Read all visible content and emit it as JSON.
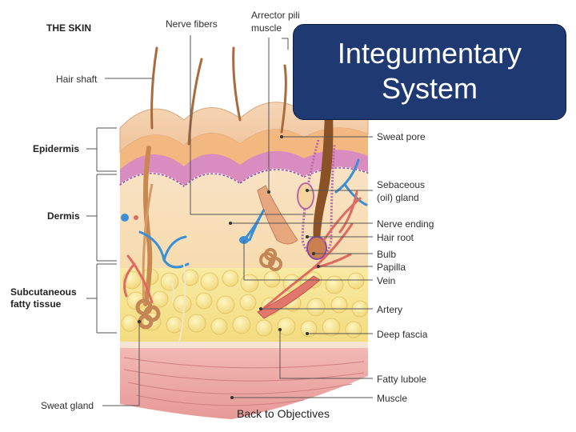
{
  "slide_title": {
    "line1": "Integumentary",
    "line2": "System"
  },
  "back_link": "Back to Objectives",
  "figure": {
    "heading": "THE SKIN",
    "left_labels": {
      "hair_shaft": "Hair shaft",
      "epidermis": "Epidermis",
      "dermis": "Dermis",
      "subcutaneous_line1": "Subcutaneous",
      "subcutaneous_line2": "fatty tissue",
      "sweat_gland": "Sweat gland"
    },
    "top_labels": {
      "nerve_fibers": "Nerve fibers",
      "arrector_line1": "Arrector pili",
      "arrector_line2": "muscle"
    },
    "right_labels": {
      "sweat_pore": "Sweat pore",
      "sebaceous_line1": "Sebaceous",
      "sebaceous_line2": "(oil) gland",
      "nerve_ending": "Nerve ending",
      "hair_root": "Hair root",
      "bulb": "Bulb",
      "papilla": "Papilla",
      "vein": "Vein",
      "artery": "Artery",
      "deep_fascia": "Deep fascia",
      "fatty_lobule": "Fatty lubole",
      "muscle": "Muscle"
    }
  }
}
